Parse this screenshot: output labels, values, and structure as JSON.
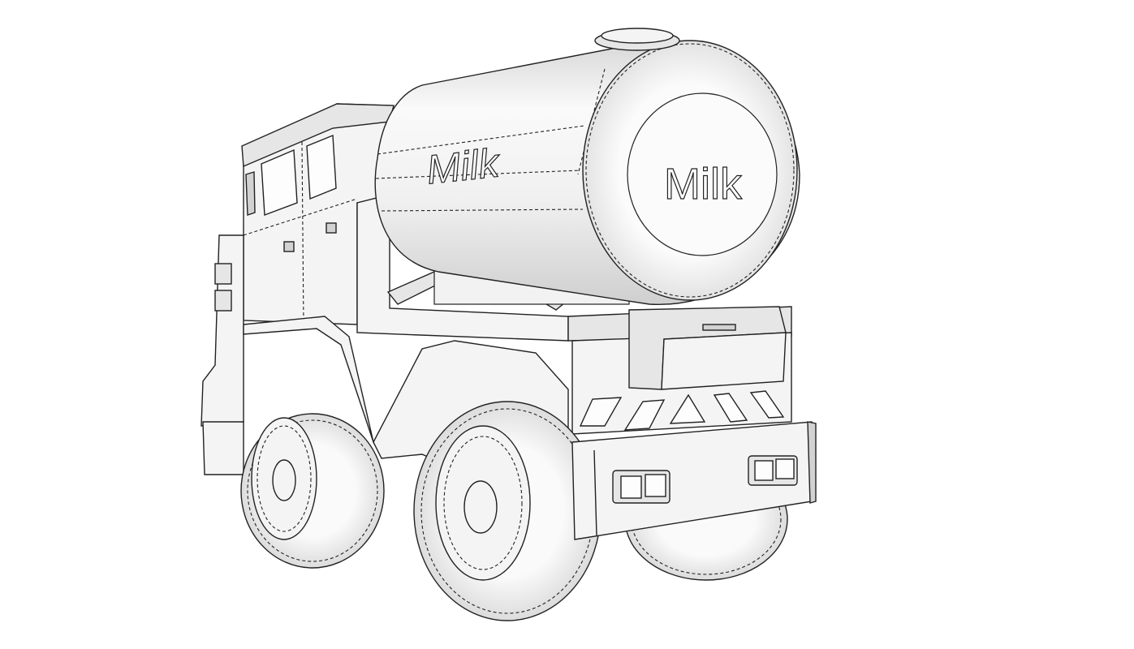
{
  "scene": {
    "subject": "milk tanker truck 3D line-art model",
    "background": "#ffffff",
    "tank_side_label": "Milk",
    "tank_end_label": "Milk",
    "colors": {
      "line": "#222222",
      "light_face": "#f4f4f4",
      "mid_face": "#e6e6e6",
      "shade_face": "#d2d2d2"
    }
  }
}
